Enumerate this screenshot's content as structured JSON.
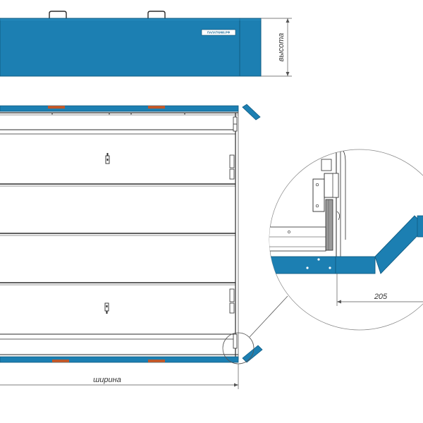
{
  "top_view": {
    "logo_text": "ПАЛАТКИ66.РФ",
    "height_label": "высота"
  },
  "front_view": {
    "width_label": "ширина"
  },
  "detail_view": {
    "dimension_label": "205"
  },
  "colors": {
    "panel_blue": "#1c7fb2",
    "panel_edge": "#105c83",
    "accent_orange": "#c0582a",
    "line": "#2b2b2b",
    "thin_line": "#777777",
    "body_white": "#ffffff"
  }
}
